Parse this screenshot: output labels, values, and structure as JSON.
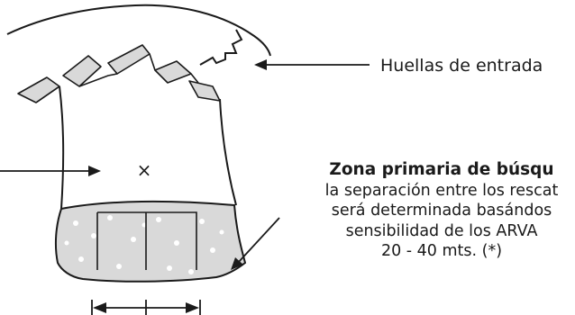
{
  "labels": {
    "entry_tracks": "Huellas de entrada",
    "primary_zone_title": "Zona primaria de búsqu",
    "primary_zone_lines": [
      "la separación entre los rescat",
      "será determinada basándos",
      "sensibilidad de los ARVA",
      "20 - 40 mts. (*)"
    ]
  },
  "markers": {
    "center_mark": "×"
  },
  "colors": {
    "stroke": "#1a1a1a",
    "search_zone_fill": "#d9d9d9",
    "debris_spot": "#ffffff"
  }
}
